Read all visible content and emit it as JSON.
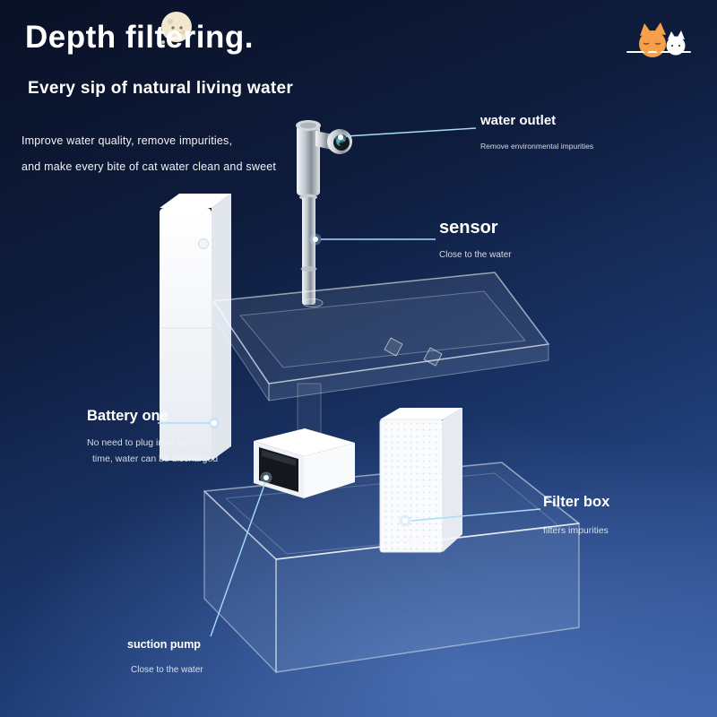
{
  "hero": {
    "title": "Depth filtering.",
    "subtitle": "Every sip of natural living water",
    "description": {
      "line1": "Improve water quality, remove impurities,",
      "line2": "and make every bite of cat water clean and sweet"
    }
  },
  "callouts": {
    "water_outlet": {
      "label": "water outlet",
      "note": "Remove environmental impurities"
    },
    "sensor": {
      "label": "sensor",
      "note": "Close to the water"
    },
    "battery": {
      "label": "Battery one",
      "note_line1": "No need to plug in at any",
      "note_line2": "time, water can be discharged"
    },
    "filter_box": {
      "label": "Filter box",
      "note": "filters impurities"
    },
    "suction_pump": {
      "label": "suction pump",
      "note": "Close to the water"
    }
  },
  "icons": {
    "moon": "moon-icon",
    "peeking_cats": "peeking-cats-icon"
  },
  "colors": {
    "background_top": "#0a1126",
    "background_bottom": "#3a5ea6",
    "callout_line": "#a8dcf8",
    "text": "#ffffff",
    "moon": "#f2e7cf",
    "cat_orange": "#f6a04a"
  }
}
